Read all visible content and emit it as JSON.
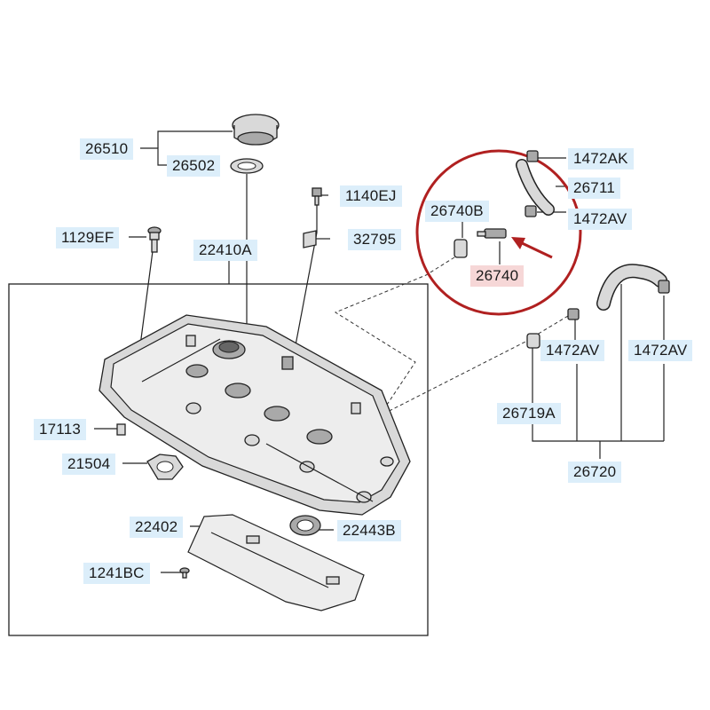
{
  "labels": {
    "p26510": "26510",
    "p26502": "26502",
    "p1140EJ": "1140EJ",
    "p1129EF": "1129EF",
    "p22410A": "22410A",
    "p32795": "32795",
    "p17113": "17113",
    "p21504": "21504",
    "p22402": "22402",
    "p22443B": "22443B",
    "p1241BC": "1241BC",
    "p1472AK": "1472AK",
    "p26711": "26711",
    "p26740B": "26740B",
    "p1472AV_a": "1472AV",
    "p26740": "26740",
    "p1472AV_b": "1472AV",
    "p1472AV_c": "1472AV",
    "p26719A": "26719A",
    "p26720": "26720"
  },
  "colors": {
    "label_bg": "#dceefa",
    "highlight_label_bg": "#f6d7d7",
    "highlight_circle": "#b02020",
    "line": "#222222"
  },
  "highlighted_part": "26740"
}
